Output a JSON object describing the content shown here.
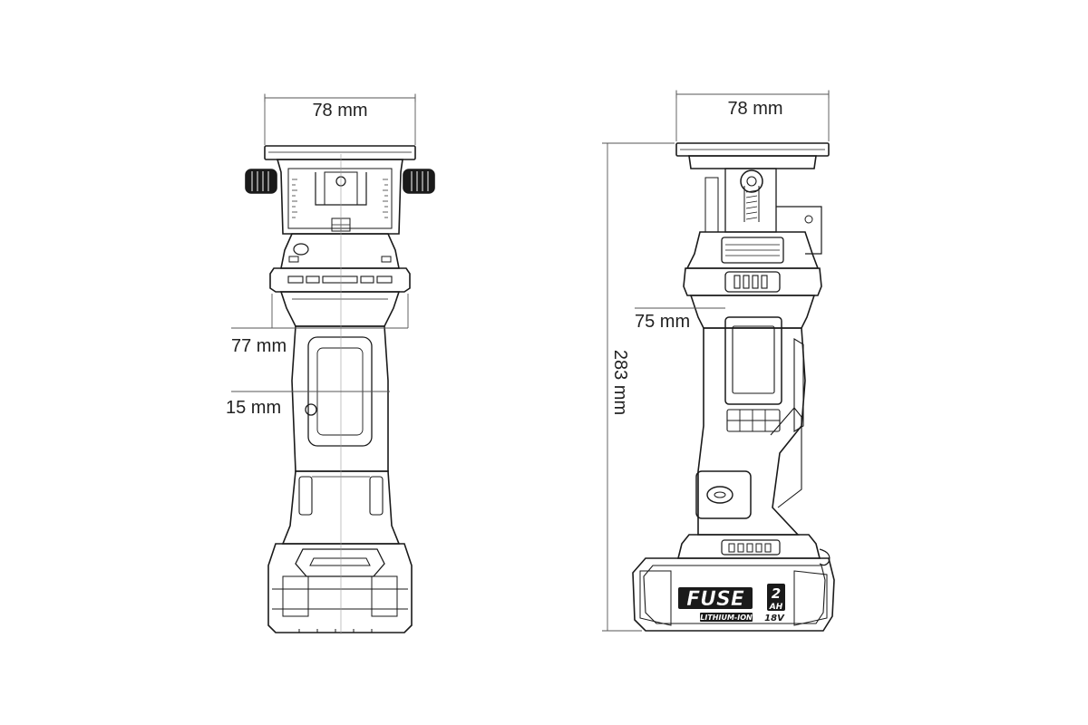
{
  "front_view": {
    "dims": {
      "top_width": "78 mm",
      "mid_width": "77 mm",
      "button_offset": "15 mm"
    }
  },
  "side_view": {
    "dims": {
      "top_width": "78 mm",
      "mid_width": "75 mm",
      "height": "283 mm"
    },
    "battery": {
      "brand": "FUSE",
      "capacity": "2",
      "capacity_unit": "AH",
      "chemistry": "LITHIUM-ION",
      "voltage": "18V"
    }
  },
  "colors": {
    "line": "#1a1a1a",
    "light_line": "#9a9a9a",
    "dim_line": "#555555"
  }
}
